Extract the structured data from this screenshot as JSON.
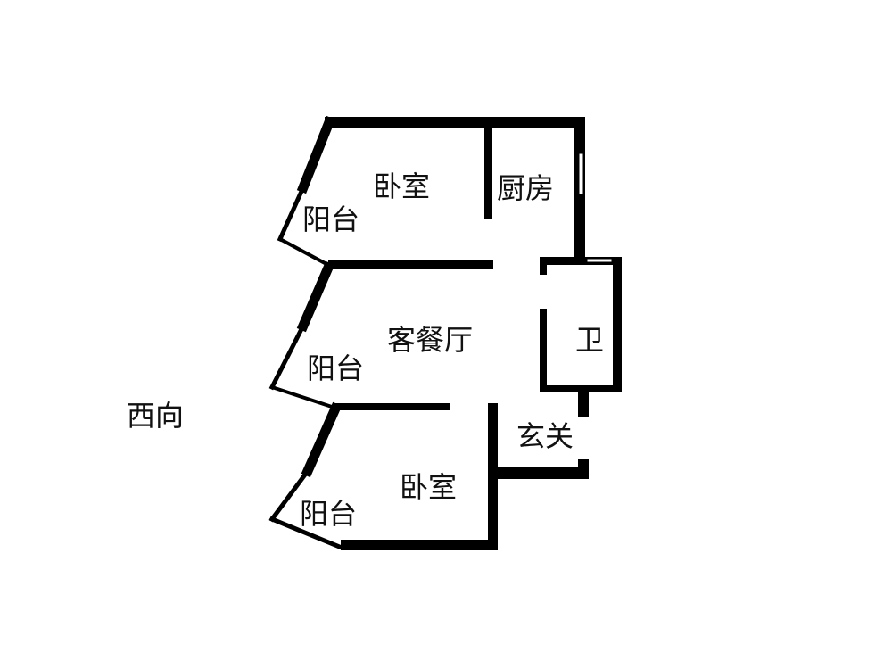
{
  "rooms": {
    "bedroom_top": "卧室",
    "kitchen": "厨房",
    "balcony_top": "阳台",
    "living_dining": "客餐厅",
    "balcony_middle": "阳台",
    "bathroom": "卫",
    "entrance": "玄关",
    "bedroom_bottom": "卧室",
    "balcony_bottom": "阳台"
  },
  "orientation": "西向",
  "colors": {
    "wall": "#000000",
    "background": "#ffffff"
  }
}
